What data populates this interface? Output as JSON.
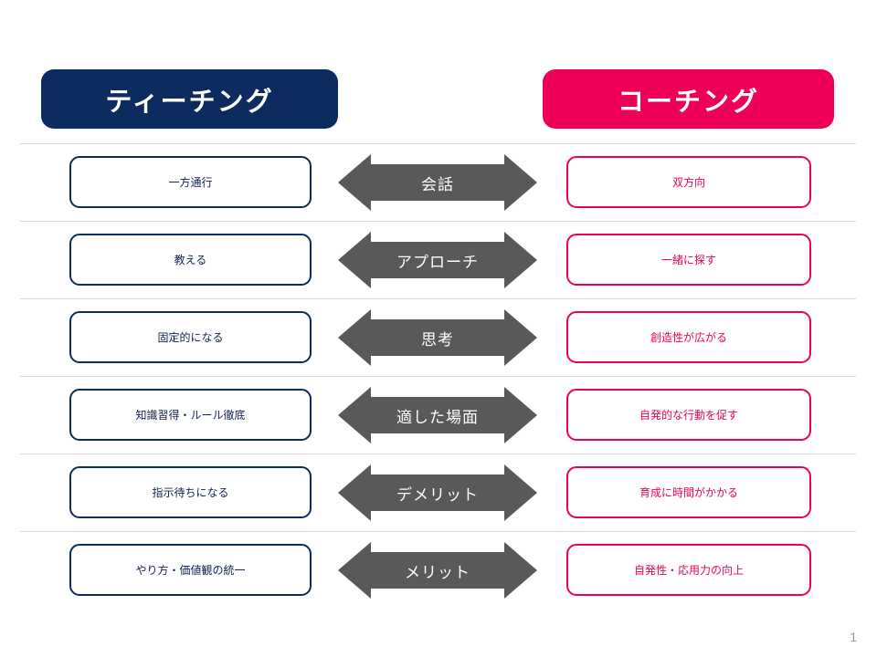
{
  "slide": {
    "page_number": "1",
    "colors": {
      "navy": "#0C2B5E",
      "pink": "#EE0059",
      "arrow_gray": "#595959",
      "divider": "#d9d9d9",
      "page_number_gray": "#9a9a9a",
      "background": "#ffffff"
    }
  },
  "headers": {
    "left": "ティーチング",
    "right": "コーチング"
  },
  "rows": [
    {
      "left": "一方通行",
      "center": "会話",
      "right": "双方向"
    },
    {
      "left": "教える",
      "center": "アプローチ",
      "right": "一緒に探す"
    },
    {
      "left": "固定的になる",
      "center": "思考",
      "right": "創造性が広がる"
    },
    {
      "left": "知識習得・ルール徹底",
      "center": "適した場面",
      "right": "自発的な行動を促す"
    },
    {
      "left": "指示待ちになる",
      "center": "デメリット",
      "right": "育成に時間がかかる"
    },
    {
      "left": "やり方・価値観の統一",
      "center": "メリット",
      "right": "自発性・応用力の向上"
    }
  ]
}
